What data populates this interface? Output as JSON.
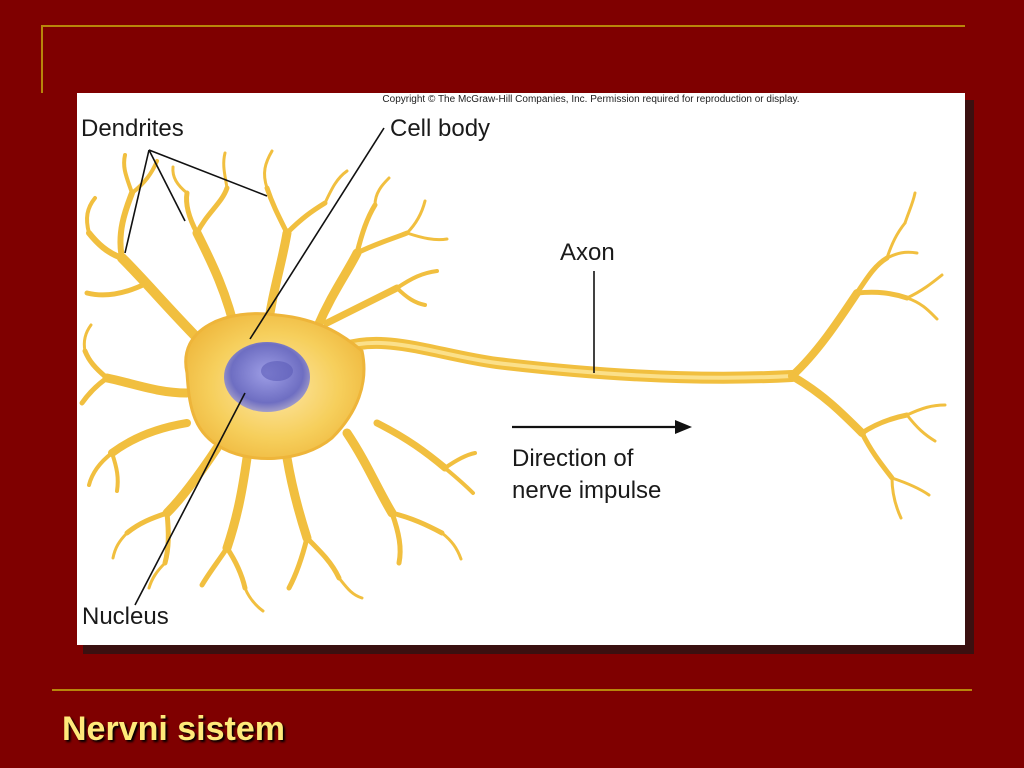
{
  "slide": {
    "title": "Nervni sistem"
  },
  "figure": {
    "copyright": "Copyright © The McGraw-Hill Companies, Inc. Permission required for reproduction or display.",
    "labels": {
      "dendrites": "Dendrites",
      "cell_body": "Cell body",
      "axon": "Axon",
      "direction": "Direction of\nnerve impulse",
      "nucleus": "Nucleus"
    }
  },
  "colors": {
    "background": "#7f0000",
    "rule": "#b8860b",
    "title": "#ffe97a",
    "neuron_fill": "#f3c446",
    "neuron_outline": "#d99a16",
    "nucleus": "#7f7fc9"
  }
}
